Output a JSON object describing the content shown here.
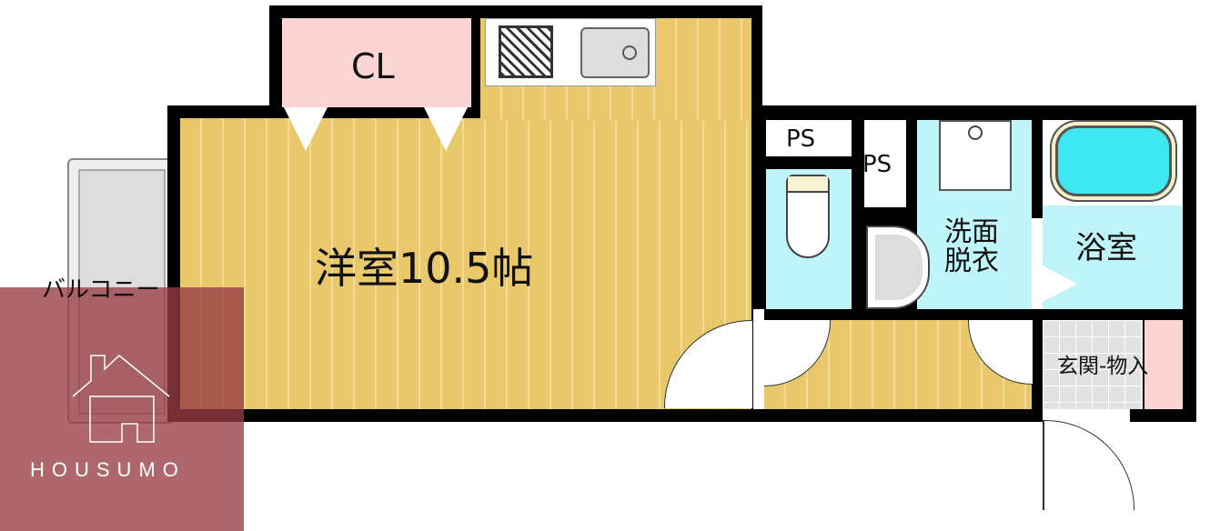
{
  "rooms": {
    "western_room": "洋室10.5帖",
    "closet": "CL",
    "ps1": "PS",
    "ps2": "PS",
    "washroom": "洗面\n脱衣",
    "bathroom": "浴室",
    "entrance": "玄関-物入",
    "balcony": "バルコニー"
  },
  "watermark": {
    "brand": "HOUSUMO",
    "color": "#a0545a"
  },
  "colors": {
    "floor": "#e9c86c",
    "wet_area": "#bff5f8",
    "storage": "#fbd4d4",
    "wall": "#000000"
  }
}
